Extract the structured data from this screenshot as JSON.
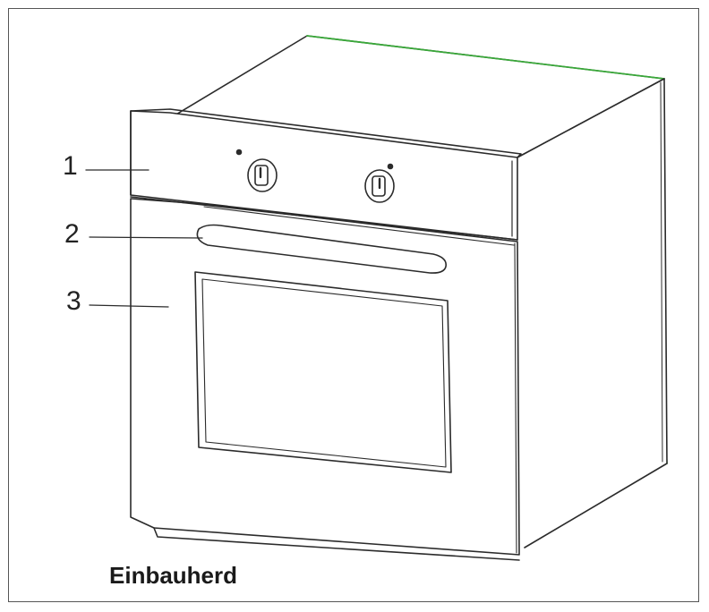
{
  "diagram": {
    "caption": "Einbauherd",
    "callouts": [
      {
        "number": "1",
        "part": "control-panel"
      },
      {
        "number": "2",
        "part": "door-handle"
      },
      {
        "number": "3",
        "part": "oven-door"
      }
    ],
    "colors": {
      "line": "#2b2b2b",
      "top_edge_accent": "#3aa83a",
      "frame": "#555555"
    }
  }
}
